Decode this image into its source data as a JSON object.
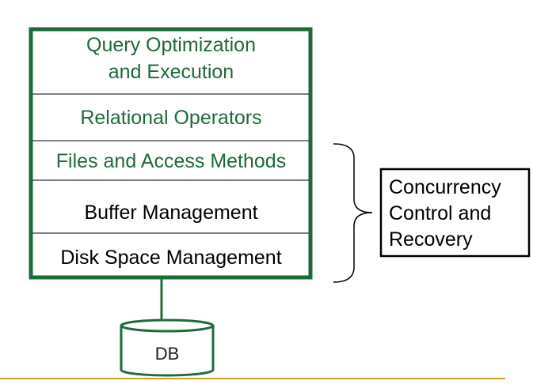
{
  "colors": {
    "frame": "#1e6b3a",
    "green_text": "#1e6b3a",
    "black_text": "#000000",
    "divider": "#000000",
    "baseline": "#c9a227"
  },
  "stack": {
    "layers": [
      {
        "lines": [
          "Query Optimization",
          "and Execution"
        ],
        "color": "green"
      },
      {
        "lines": [
          "Relational Operators"
        ],
        "color": "green"
      },
      {
        "lines": [
          "Files and Access Methods"
        ],
        "color": "green"
      },
      {
        "lines": [
          "Buffer Management"
        ],
        "color": "black"
      },
      {
        "lines": [
          "Disk Space Management"
        ],
        "color": "black"
      }
    ]
  },
  "side_box": {
    "lines": [
      "Concurrency",
      "Control and",
      "Recovery"
    ]
  },
  "database": {
    "label": "DB"
  }
}
